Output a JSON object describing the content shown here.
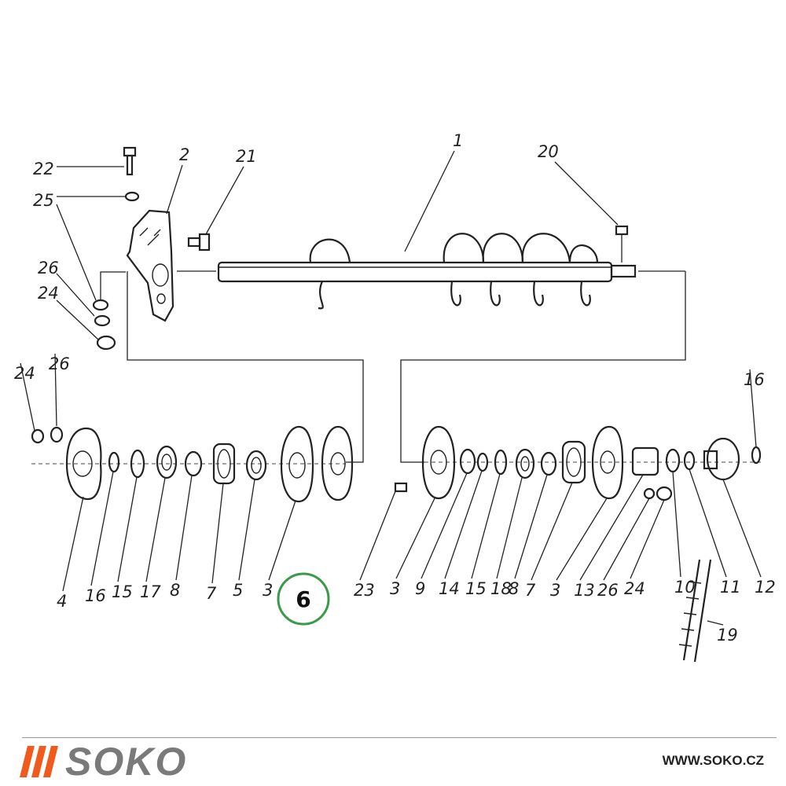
{
  "diagram": {
    "callout": "6",
    "upper_labels": {
      "shaft": "1",
      "bracket": "2",
      "bolt": "22",
      "washer_top": "25",
      "washer_26": "26",
      "nut_24": "24",
      "screw_21": "21",
      "pin_20": "20"
    },
    "left_row": [
      "24",
      "26",
      "4",
      "16",
      "15",
      "17",
      "8",
      "7",
      "5",
      "3"
    ],
    "right_row": [
      "23",
      "3",
      "9",
      "14",
      "15",
      "18",
      "8",
      "7",
      "3",
      "13",
      "26",
      "24",
      "10",
      "11",
      "12",
      "16",
      "19"
    ]
  },
  "colors": {
    "brand_accent": "#f05a1c",
    "brand_text": "#7a7a7a",
    "callout_ring": "#3a9a4a"
  },
  "footer": {
    "brand": "SOKO",
    "website": "WWW.SOKO.CZ"
  }
}
